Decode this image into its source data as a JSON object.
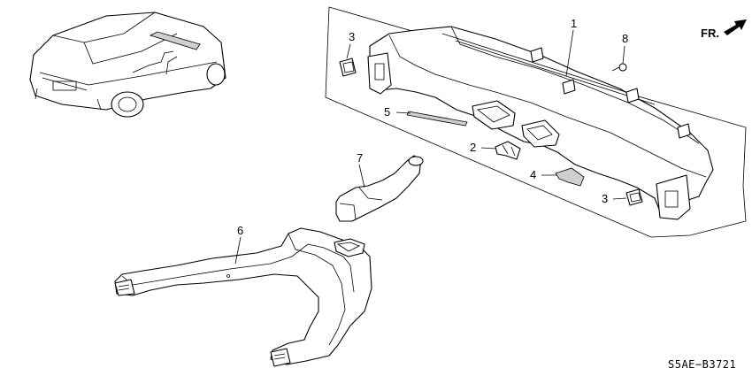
{
  "diagram": {
    "callouts": [
      {
        "id": "1",
        "label": "1"
      },
      {
        "id": "2",
        "label": "2"
      },
      {
        "id": "3a",
        "label": "3"
      },
      {
        "id": "3b",
        "label": "3"
      },
      {
        "id": "4",
        "label": "4"
      },
      {
        "id": "5",
        "label": "5"
      },
      {
        "id": "6",
        "label": "6"
      },
      {
        "id": "7",
        "label": "7"
      },
      {
        "id": "8",
        "label": "8"
      }
    ],
    "front_indicator": "FR.",
    "diagram_code": "S5AE−B3721"
  }
}
